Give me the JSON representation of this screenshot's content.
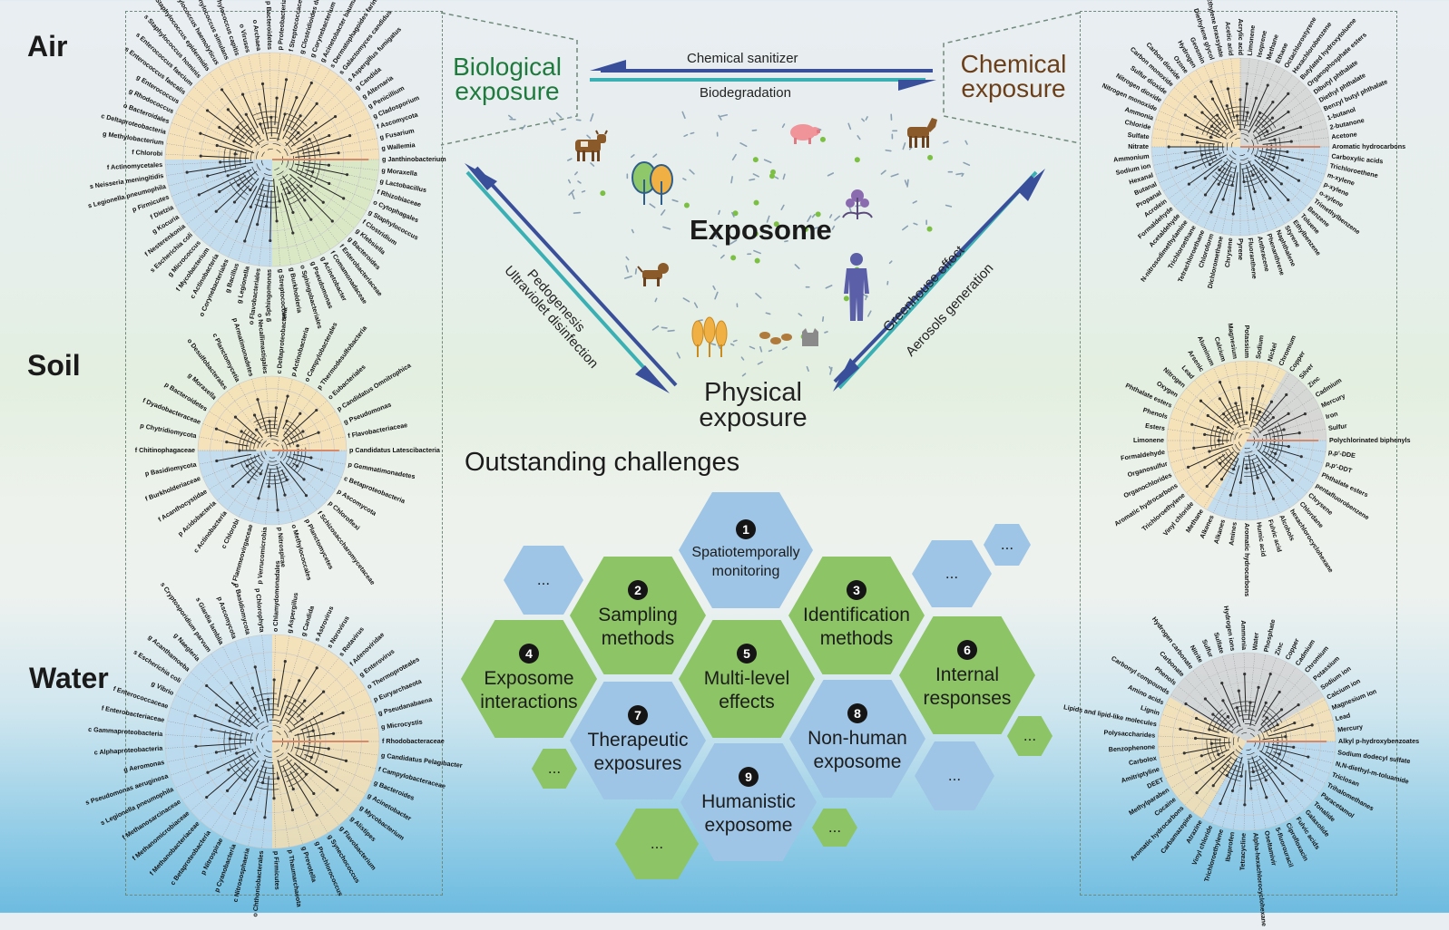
{
  "media": {
    "air": "Air",
    "soil": "Soil",
    "water": "Water"
  },
  "exposures": {
    "biological": [
      "Biological",
      "exposure"
    ],
    "chemical": [
      "Chemical",
      "exposure"
    ],
    "physical": [
      "Physical",
      "exposure"
    ]
  },
  "center_title": "Exposome",
  "arrows": {
    "top_left": "Chemical sanitizer",
    "top_right": "Biodegradation",
    "left_outer": "Ultraviolet disinfection",
    "left_inner": "Pedogenesis",
    "right_outer": "Greenhouse effect",
    "right_inner": "Aerosols generation"
  },
  "challenges_title": "Outstanding challenges",
  "challenges": [
    {
      "num": "1",
      "lines": [
        "Spatiotemporally",
        "monitoring"
      ]
    },
    {
      "num": "2",
      "lines": [
        "Sampling",
        "methods"
      ]
    },
    {
      "num": "3",
      "lines": [
        "Identification",
        "methods"
      ]
    },
    {
      "num": "4",
      "lines": [
        "Exposome",
        "interactions"
      ]
    },
    {
      "num": "5",
      "lines": [
        "Multi-level",
        "effects"
      ]
    },
    {
      "num": "6",
      "lines": [
        "Internal",
        "responses"
      ]
    },
    {
      "num": "7",
      "lines": [
        "Therapeutic",
        "exposures"
      ]
    },
    {
      "num": "8",
      "lines": [
        "Non-human",
        "exposome"
      ]
    },
    {
      "num": "9",
      "lines": [
        "Humanistic",
        "exposome"
      ]
    }
  ],
  "ellipsis": "...",
  "trees": {
    "air_bio": [
      "g Janthinobacterium",
      "g Moraxella",
      "g Lactobacillus",
      "f Rhizobiaceae",
      "o Cytophagales",
      "g Staphylococcus",
      "f Clostridium",
      "g Klebsiella",
      "g Bacteroides",
      "f Enterobacteriaceae",
      "f Comamonadaceae",
      "g Acinetobacter",
      "g Pseudomonas",
      "o Sphingobacteriales",
      "g Burkholderia",
      "g Streptococcus",
      "g Sphingomonas",
      "o Flavobacteriales",
      "g Legionella",
      "g Bacillus",
      "o Corynebacteriales",
      "c Actinobacteria",
      "f Mycobacterium",
      "g Micrococcus",
      "s Escherichia coli",
      "f Nesterenkonia",
      "g Kocuria",
      "f Dietzia",
      "p Firmicutes",
      "s Legionella pneumophila",
      "s Neisseria meningitidis",
      "f Actinomycetales",
      "f Chlorobi",
      "g Methylobacterium",
      "c Deltaproteobacteria",
      "o Bacteroidales",
      "g Rhodococcus",
      "g Enterococcus",
      "s Enterococcus faecalis",
      "s Enterococcus faecium",
      "s Staphylococcus hominis",
      "s Staphylococcus epidermidis",
      "s Staphylococcus haemolyticus",
      "s Staphylococcus simulans",
      "s Staphylococcus capitis",
      "o Viruses",
      "o Archaea",
      "p Bacteroidetes",
      "p Proteobacteria",
      "f Streptococcaceae",
      "g Clostridioides difficile",
      "g Corynebacterium",
      "g Acinetobacter baumannii",
      "s Dermatophagoides farinae",
      "s Galactomyces candidus",
      "s Aspergillus fumigatus",
      "g Candida",
      "g Alternaria",
      "g Penicillium",
      "g Cladosporium",
      "f Ascomycota",
      "g Fusarium",
      "g Wallemia"
    ],
    "soil_bio": [
      "p Candidatus Latescibacteria",
      "p Gemmatimonadetes",
      "c Betaproteobacteria",
      "p Ascomycota",
      "p Chloroflexi",
      "f Schizosaccharomycetaceae",
      "p Planctomycetes",
      "o Methylococcales",
      "p Nitrospirae",
      "p Verrucomicrobia",
      "f Flammeovirgaceae",
      "c Chlorobi",
      "c Actinobacteria",
      "p Acidobacteria",
      "f Acanthocystidae",
      "f Burkholderiaceae",
      "p Basidiomycota",
      "f Chitinophagaceae",
      "p Chytridiomycota",
      "f Dyadobacteraceae",
      "p Bacteroidetes",
      "g Moraxella",
      "o Desulfobacterales",
      "c Planctomycetia",
      "p Armatimonadetes",
      "o Necallimastigales",
      "c Deltaproteobacteria",
      "p Actinobacteria",
      "o Campylobacterales",
      "p Thermodesulfobacteria",
      "o Eubacteriales",
      "p Candidatus Omnitrophica",
      "g Pseudomonas",
      "f Flavobacteriaceae"
    ],
    "water_bio": [
      "f Rhodobacteraceae",
      "g Candidatus Pelagibacter",
      "f Campylobacteraceae",
      "g Bacteroides",
      "g Acinetobacter",
      "g Mycobacterium",
      "g Alistipes",
      "g Flavobacterium",
      "g Synechococcus",
      "g Prochlorococcus",
      "g Prevotella",
      "p Thaumarchaeota",
      "p Firmicutes",
      "o Chthoniobacterales",
      "c Nitrososphaeria",
      "p Cyanobacteria",
      "p Nitrospirae",
      "c Betaproteobacteria",
      "f Methanobacteriaceae",
      "f Methanomicrobiaceae",
      "f Methanosarcinaceae",
      "s Legionella pneumophila",
      "s Pseudomonas aeruginosa",
      "g Aeromonas",
      "c Alphaproteobacteria",
      "c Gammaproteobacteria",
      "f Enterobacteriaceae",
      "f Enterococcaceae",
      "g Vibrio",
      "s Escherichia coli",
      "g Acanthamoeba",
      "g Naegleria",
      "s Cryptosporidium parvum",
      "s Giardia lamblia",
      "p Ascomycota",
      "p Basidiomycota",
      "p Chlorophyta",
      "o Chlamydomonadales",
      "g Aspergillus",
      "g Candida",
      "s Astrovirus",
      "s Norovirus",
      "s Rotavirus",
      "f Adenoviridae",
      "g Enterovirus",
      "o Thermoproteales",
      "p Euryarchaeota",
      "g Pseudanabaena",
      "g Microcystis"
    ],
    "air_chem": [
      "Aromatic hydrocarbons",
      "Carboxylic acids",
      "Trichloroethene",
      "m-xylene",
      "p-xylene",
      "o-xylene",
      "Trimethylbenzene",
      "Benzene",
      "Toluene",
      "Ethylbenzene",
      "Styrene",
      "Naphthalene",
      "Phenanthrene",
      "Anthracene",
      "Fluoranthene",
      "Pyrene",
      "Chrysene",
      "Dichloromethane",
      "Chloroform",
      "Tetrachloroethane",
      "Trichloroethane",
      "N-nitrosodimethylamine",
      "Acetaldehyde",
      "Formaldehyde",
      "Acrolein",
      "Propanal",
      "Butanal",
      "Hexanal",
      "Sodium ion",
      "Ammonium",
      "Nitrate",
      "Sulfate",
      "Chloride",
      "Ammonia",
      "Nitrogen monoxide",
      "Nitrogen dioxide",
      "Sulfur dioxide",
      "Carbon monoxide",
      "Carbon dioxide",
      "Ozone",
      "Hydrogen",
      "Geosmin",
      "Diethylene glycol",
      "Ethylene brassylate",
      "Acetic acid",
      "Acrylic acid",
      "Limonene",
      "Isoprene",
      "Methane",
      "Ethane",
      "Octachlorostyrene",
      "Hexachlorobenzene",
      "Butylated hydroxytoluene",
      "Organophosphate esters",
      "Dibutyl phthalate",
      "Diethyl phthalate",
      "Benzyl butyl phthalate",
      "1-butanol",
      "2-butanone",
      "Acetone"
    ],
    "soil_chem": [
      "Polychlorinated biphenyls",
      "p,p'-DDE",
      "p,p'-DDT",
      "Phthalate esters",
      "pentafluorobenzene",
      "Chrysene",
      "Chlordane",
      "hexachlorocyclohexane",
      "Alcohols",
      "Fulvic acid",
      "Humic acid",
      "Aromatic hydrocarbons",
      "Amines",
      "Alkanes",
      "Alkenes",
      "Methane",
      "Vinyl chloride",
      "Trichloroethylene",
      "Aromatic hydrocarbons",
      "Organochlorides",
      "Organosulfur",
      "Formaldehyde",
      "Limonene",
      "Esters",
      "Phenols",
      "Phthalate esters",
      "Oxygen",
      "Nitrogen",
      "Lead",
      "Arsenic",
      "Aluminum",
      "Calcium",
      "Magnesium",
      "Potassium",
      "Sodium",
      "Nickel",
      "Chromium",
      "Copper",
      "Silver",
      "Zinc",
      "Cadmium",
      "Mercury",
      "Iron",
      "Sulfur"
    ],
    "water_chem": [
      "Alkyl p-hydroxybenzoates",
      "Sodium dodecyl sulfate",
      "N,N-diethyl-m-toluamide",
      "Triclosan",
      "Trihalomethanes",
      "Paracetamol",
      "Tonalide",
      "Galaxolide",
      "Fulvic acids",
      "Ciprofloxacin",
      "5-fluorouracil",
      "Oseltamivir",
      "Alpha-hexachlorocyclohexane",
      "Tetracycline",
      "Ibuprofen",
      "Trichloroethylene",
      "Vinyl chloride",
      "Atrazine",
      "Carbamazepine",
      "Aromatic hydrocarbons",
      "Cocaine",
      "Methylparaben",
      "DEET",
      "Amitriptyline",
      "Carbolox",
      "Benzophenone",
      "Polysaccharides",
      "Lipids and lipid-like molecules",
      "Lignin",
      "Amino acids",
      "Carbonyl compounds",
      "Phenols",
      "Carbonate",
      "Hydrogen carbonate",
      "Nitrite",
      "Sulfur",
      "Sulfate",
      "Hydrogen ions",
      "Ammonia",
      "Water",
      "Phosphate",
      "Zinc",
      "Copper",
      "Cadmium",
      "Chromium",
      "Potassium",
      "Sodium ion",
      "Calcium ion",
      "Magnesium ion",
      "Lead",
      "Mercury"
    ]
  }
}
